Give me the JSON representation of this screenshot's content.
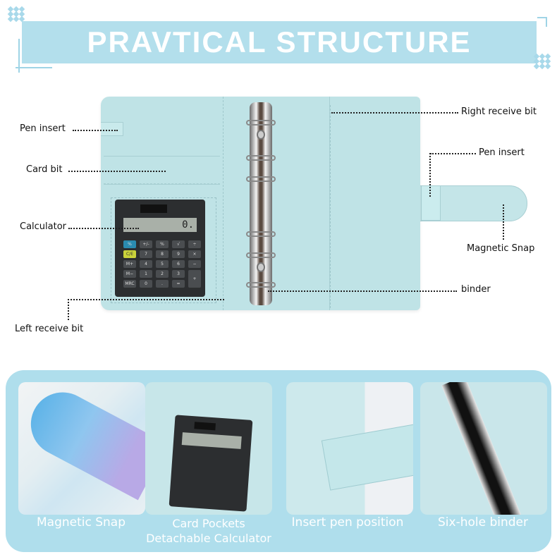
{
  "header": {
    "title": "PRAVTICAL STRUCTURE",
    "banner_color": "#b3dfec"
  },
  "diagram": {
    "labels": {
      "pen_insert_left": "Pen insert",
      "card_bit": "Card bit",
      "calculator": "Calculator",
      "left_receive_bit": "Left receive bit",
      "right_receive_bit": "Right receive bit",
      "pen_insert_right": "Pen insert",
      "magnetic_snap": "Magnetic Snap",
      "binder": "binder"
    },
    "calculator": {
      "display": "0.",
      "keys": [
        "%",
        "+/-",
        "%",
        "√",
        "÷",
        "C/E",
        "7",
        "8",
        "9",
        "×",
        "M+",
        "4",
        "5",
        "6",
        "−",
        "M−",
        "1",
        "2",
        "3",
        "+",
        "MRC",
        "0",
        ".",
        "="
      ]
    },
    "product_color": "#bfe3e6"
  },
  "features": {
    "background_color": "#afdeec",
    "items": [
      {
        "caption": "Magnetic Snap"
      },
      {
        "caption_line1": "Card Pockets",
        "caption_line2": "Detachable Calculator"
      },
      {
        "caption": "Insert pen position"
      },
      {
        "caption": "Six-hole binder"
      }
    ]
  }
}
